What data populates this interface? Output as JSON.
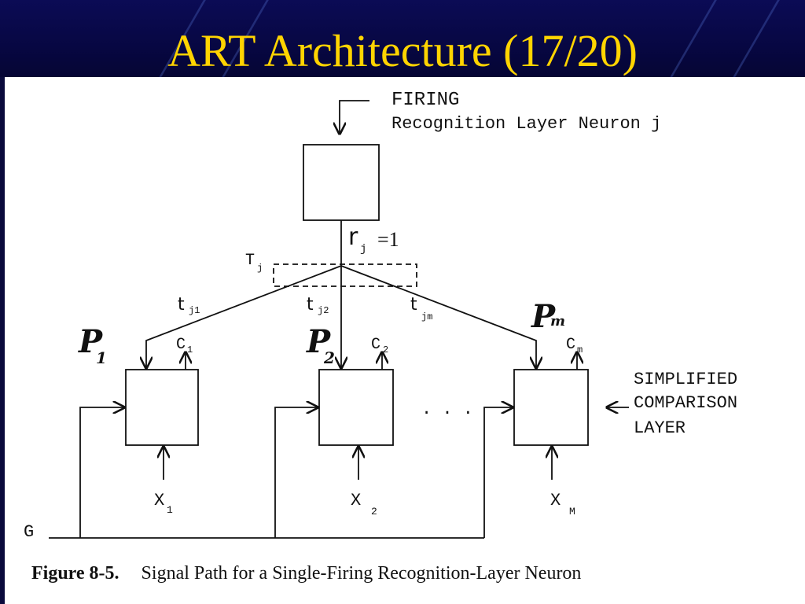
{
  "slide": {
    "title": "ART Architecture (17/20)"
  },
  "diagram": {
    "firing_label": "FIRING",
    "recognition_label": "Recognition Layer Neuron j",
    "output_label": "r",
    "output_subscript": "j",
    "output_value": "=1",
    "tj_label": "T",
    "tj_subscript": "j",
    "weights": [
      {
        "label": "t",
        "sub": "j1"
      },
      {
        "label": "t",
        "sub": "j2"
      },
      {
        "label": "t",
        "sub": "jm"
      }
    ],
    "p_labels": [
      {
        "letter": "P",
        "sub": "1"
      },
      {
        "letter": "P",
        "sub": "2"
      },
      {
        "letter": "P",
        "sub": "m"
      }
    ],
    "c_labels": [
      {
        "letter": "C",
        "sub": "1"
      },
      {
        "letter": "C",
        "sub": "2"
      },
      {
        "letter": "C",
        "sub": "m"
      }
    ],
    "x_labels": [
      {
        "letter": "X",
        "sub": "1"
      },
      {
        "letter": "X",
        "sub": "2"
      },
      {
        "letter": "X",
        "sub": "M"
      }
    ],
    "ellipsis": ". . .",
    "comparison_label": [
      "SIMPLIFIED",
      "COMPARISON",
      "LAYER"
    ],
    "gain_label": "G"
  },
  "caption": {
    "number": "Figure 8-5.",
    "text": "Signal Path for a Single-Firing Recognition-Layer Neuron"
  }
}
